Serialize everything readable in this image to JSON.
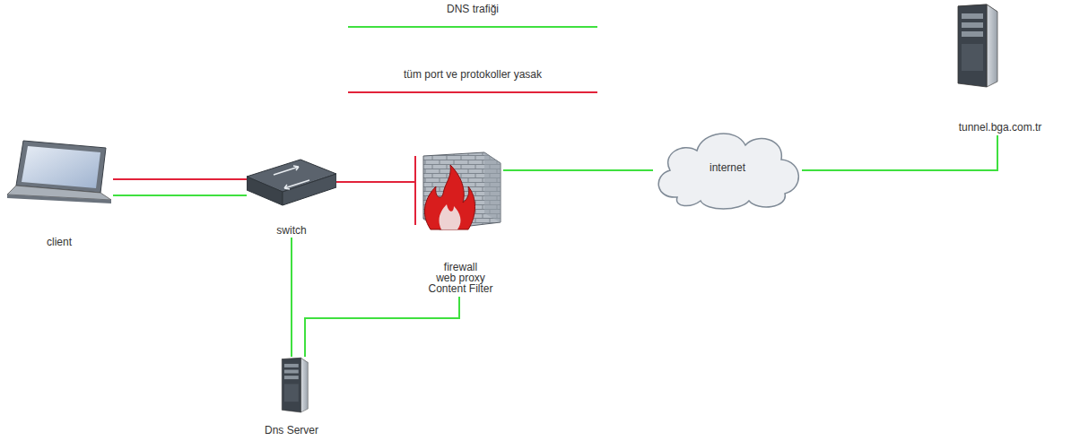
{
  "diagram": {
    "nodes": [
      {
        "text": [
          "client"
        ]
      },
      {
        "text": [
          "switch"
        ]
      },
      {
        "text": [
          "firewall",
          "web proxy",
          "Content Filter"
        ]
      },
      {
        "text": [
          "internet"
        ]
      },
      {
        "text": [
          "tunnel.bga.com.tr"
        ]
      },
      {
        "text": [
          "Dns Server"
        ]
      }
    ],
    "edges": [
      {
        "from": 0,
        "to": 1,
        "arrow": "none"
      },
      {
        "from": 0,
        "to": 1,
        "arrow": "none"
      },
      {
        "from": 1,
        "to": 2,
        "arrow": "none"
      },
      {
        "from": 1,
        "to": 5,
        "arrow": "none"
      },
      {
        "from": 5,
        "to": 2,
        "arrow": "none"
      },
      {
        "from": 2,
        "to": 3,
        "arrow": "none"
      },
      {
        "from": 3,
        "to": 4,
        "arrow": "none"
      }
    ],
    "legend": [
      {
        "text": "DNS trafiği"
      },
      {
        "text": "tüm port ve protokoller yasak"
      }
    ]
  }
}
